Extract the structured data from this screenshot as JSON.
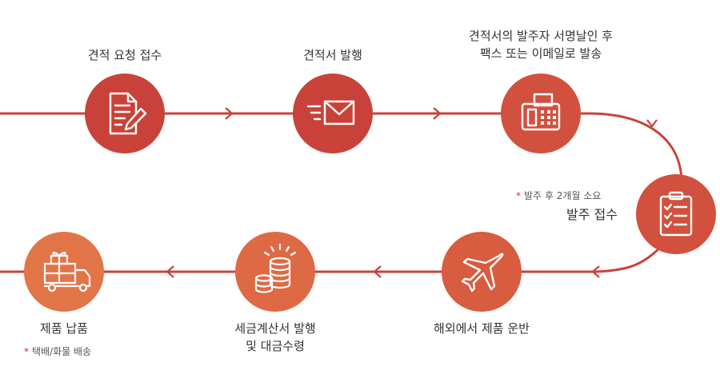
{
  "colors": {
    "line": "#c9423a",
    "circle_red": "#c9423a",
    "circle_orange_red": "#d2513e",
    "circle_orange": "#de6a45",
    "icon_stroke": "#ffffff",
    "note_star": "#d32f2f"
  },
  "steps": [
    {
      "label_lines": [
        "견적 요청 접수"
      ],
      "icon": "document-pen-icon"
    },
    {
      "label_lines": [
        "견적서 발행"
      ],
      "icon": "envelope-icon"
    },
    {
      "label_lines": [
        "견적서의 발주자 서명날인 후",
        "팩스 또는 이메일로 발송"
      ],
      "icon": "fax-icon"
    },
    {
      "label_lines": [
        "발주 접수"
      ],
      "note": "발주 후 2개월 소요",
      "icon": "clipboard-checklist-icon"
    },
    {
      "label_lines": [
        "해외에서 제품 운반"
      ],
      "icon": "airplane-icon"
    },
    {
      "label_lines": [
        "세금계산서 발행",
        "및 대금수령"
      ],
      "icon": "coins-icon"
    },
    {
      "label_lines": [
        "제품 납품"
      ],
      "note": "택배/화물 배송",
      "icon": "delivery-truck-icon"
    }
  ],
  "note_marker": "*"
}
